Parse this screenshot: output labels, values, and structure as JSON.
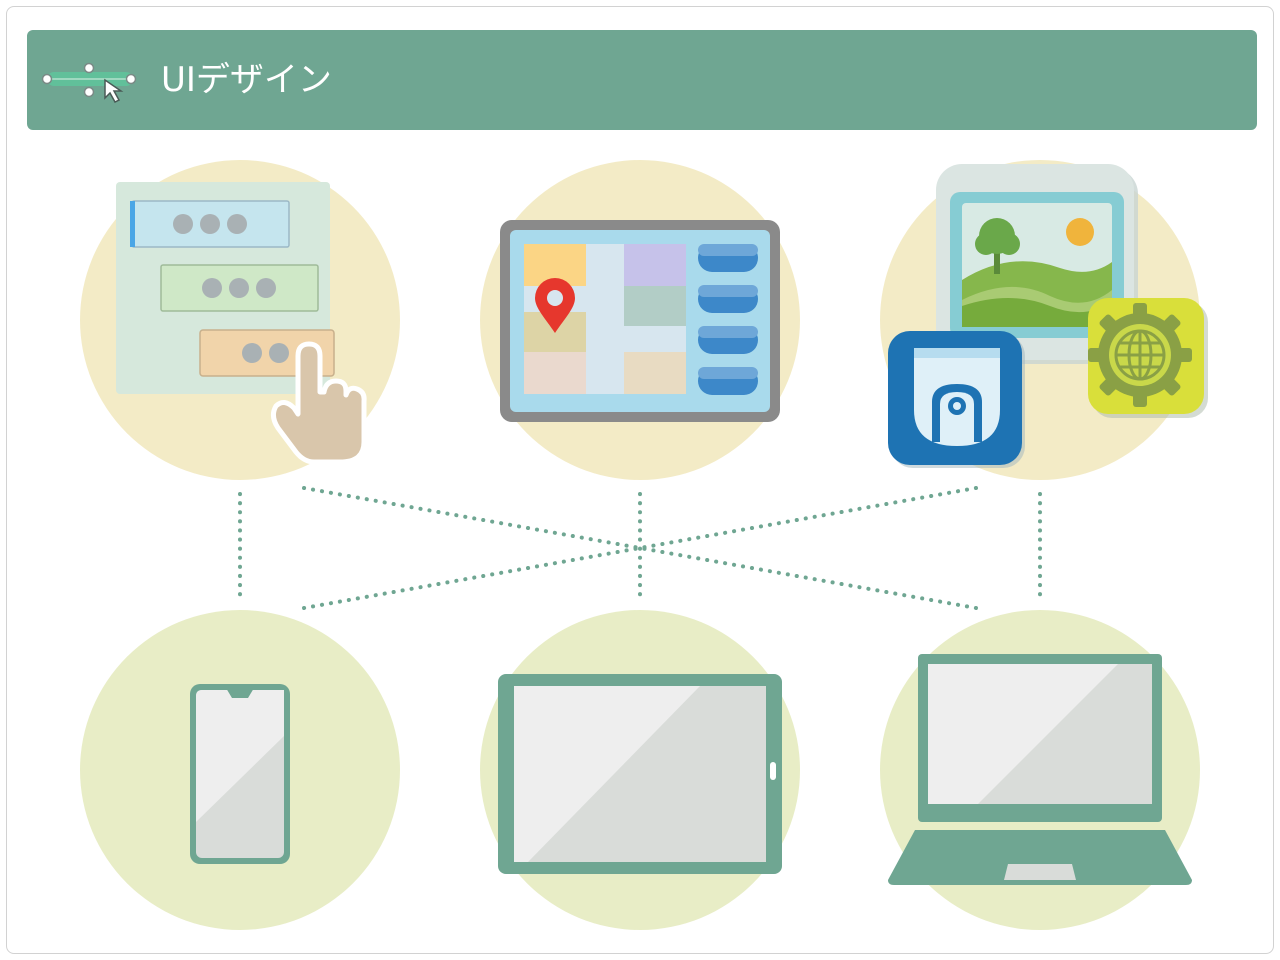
{
  "header": {
    "title": "UIデザイン",
    "icon": "ui-flow-cursor-icon"
  },
  "colors": {
    "header_bg": "#6fa692",
    "accent_green": "#6fa692",
    "top_circle": "#f3ebc6",
    "bottom_circle": "#e8edc6",
    "screen_gray": "#d9dcd9"
  },
  "ui_concepts": [
    {
      "name": "form-buttons-click",
      "icon": "button-click-icon"
    },
    {
      "name": "map-navigation-screen",
      "icon": "map-pin-icon"
    },
    {
      "name": "app-icons",
      "icon": "app-icons-icon"
    }
  ],
  "devices": [
    {
      "name": "smartphone",
      "icon": "smartphone-icon"
    },
    {
      "name": "tablet",
      "icon": "tablet-icon"
    },
    {
      "name": "laptop",
      "icon": "laptop-icon"
    }
  ]
}
